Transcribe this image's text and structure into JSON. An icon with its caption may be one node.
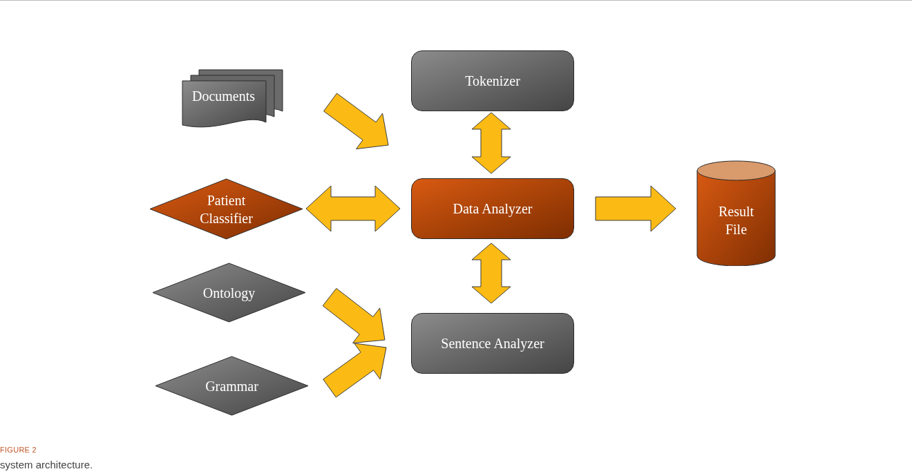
{
  "diagram": {
    "caption": "system architecture.",
    "nodes": [
      {
        "text": [
          "Documents"
        ]
      },
      {
        "text": [
          "Tokenizer"
        ]
      },
      {
        "text": [
          "Patient Classifier"
        ]
      },
      {
        "text": [
          "Data Analyzer"
        ]
      },
      {
        "text": [
          "Result File"
        ]
      },
      {
        "text": [
          "Ontology"
        ]
      },
      {
        "text": [
          "Sentence Analyzer"
        ]
      },
      {
        "text": [
          "Grammar"
        ]
      }
    ],
    "edges": [
      {
        "from": 0,
        "to": 3,
        "arrow": "to"
      },
      {
        "from": 1,
        "to": 3,
        "arrow": "both"
      },
      {
        "from": 2,
        "to": 3,
        "arrow": "both"
      },
      {
        "from": 3,
        "to": 4,
        "arrow": "to"
      },
      {
        "from": 3,
        "to": 6,
        "arrow": "both"
      },
      {
        "from": 5,
        "to": 6,
        "arrow": "to"
      },
      {
        "from": 7,
        "to": 6,
        "arrow": "to"
      }
    ],
    "labels": [
      "FIGURE 2"
    ]
  }
}
